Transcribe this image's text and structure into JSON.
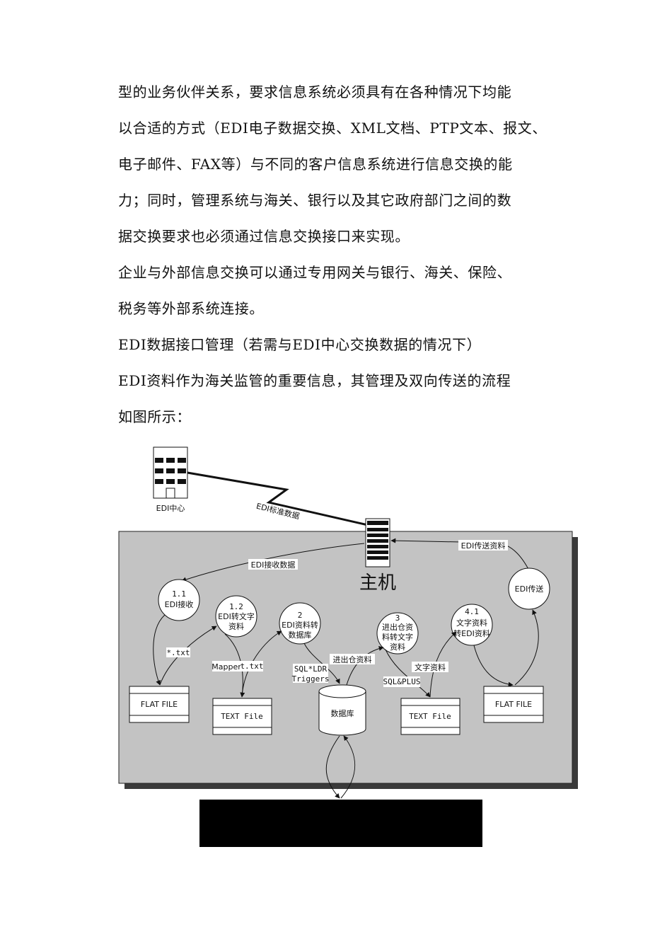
{
  "paragraphs": [
    "型的业务伙伴关系，要求信息系统必须具有在各种情况下均能",
    "以合适的方式（EDI电子数据交换、XML文档、PTP文本、报文、",
    "电子邮件、FAX等）与不同的客户信息系统进行信息交换的能",
    "力；同时，管理系统与海关、银行以及其它政府部门之间的数",
    "据交换要求也必须通过信息交换接口来实现。",
    "企业与外部信息交换可以通过专用网关与银行、海关、保险、",
    "税务等外部系统连接。",
    "EDI数据接口管理（若需与EDI中心交换数据的情况下）",
    "EDI资料作为海关监管的重要信息，其管理及双向传送的流程",
    "如图所示："
  ],
  "diagram": {
    "edi_center": "EDI中心",
    "edi_standard_data": "EDI标准数据",
    "host": "主机",
    "edi_receive_data": "EDI接收数据",
    "edi_send_data": "EDI传送资料",
    "edi_send": "EDI传送",
    "p11_num": "1.1",
    "p11_name": "EDI接收",
    "p12_num": "1.2",
    "p12_line1": "EDI转文字",
    "p12_line2": "资料",
    "p2_num": "2",
    "p2_line1": "EDI资料转",
    "p2_line2": "数据库",
    "p3_num": "3",
    "p3_line1": "进出仓资",
    "p3_line2": "料转文字",
    "p3_line3": "资料",
    "p41_num": "4.1",
    "p41_line1": "文字资料",
    "p41_line2": "转EDI资料",
    "star_txt": "*.txt",
    "mapper": "Mapper",
    "t_txt": "t.txt",
    "sql_ldr": "SQL*LDR",
    "triggers": "Triggers",
    "inout_data": "进出仓资料",
    "text_data": "文字资料",
    "sql_plus": "SQL&PLUS",
    "flat_file_left": "FLAT FILE",
    "text_file_left": "TEXT File",
    "database": "数据库",
    "text_file_right": "TEXT File",
    "flat_file_right": "FLAT FILE"
  }
}
